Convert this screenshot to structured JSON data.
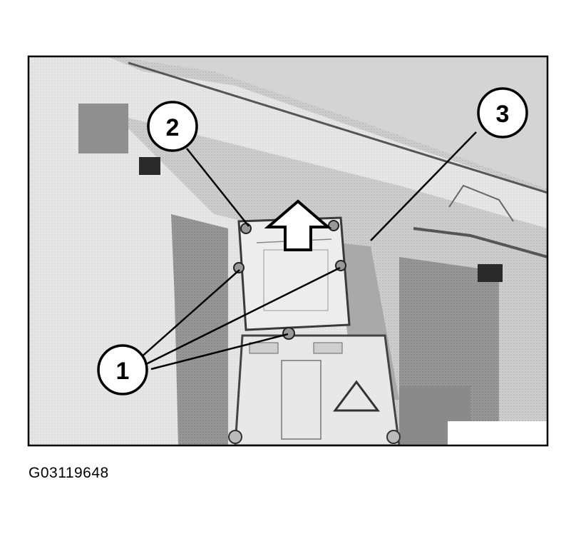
{
  "figure": {
    "code": "G03119648"
  },
  "callouts": [
    {
      "id": "1",
      "label": "1"
    },
    {
      "id": "2",
      "label": "2"
    },
    {
      "id": "3",
      "label": "3"
    }
  ],
  "colors": {
    "frame": "#000000",
    "background": "#ffffff",
    "photo_light": "#d9d9d9",
    "photo_mid": "#b3b3b3",
    "photo_dark": "#6e6e6e"
  }
}
